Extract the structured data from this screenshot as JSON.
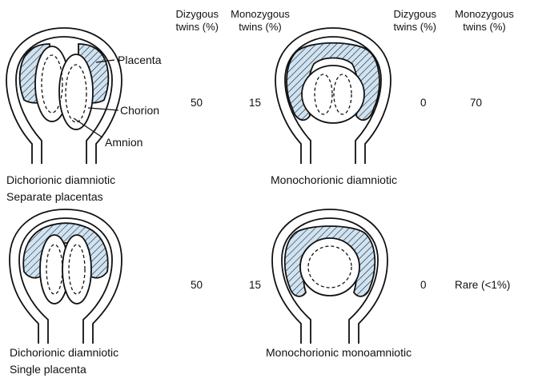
{
  "headers": [
    {
      "line1": "Dizygous",
      "line2": "twins (%)"
    },
    {
      "line1": "Monozygous",
      "line2": "twins (%)"
    },
    {
      "line1": "Dizygous",
      "line2": "twins (%)"
    },
    {
      "line1": "Monozygous",
      "line2": "twins (%)"
    }
  ],
  "labels": {
    "placenta": "Placenta",
    "chorion": "Chorion",
    "amnion": "Amnion"
  },
  "captions": {
    "top_left_line1": "Dichorionic diamniotic",
    "top_left_line2": "Separate placentas",
    "top_right": "Monochorionic diamniotic",
    "bottom_left_line1": "Dichorionic diamniotic",
    "bottom_left_line2": "Single placenta",
    "bottom_right": "Monochorionic monoamniotic"
  },
  "values": {
    "row1": [
      "50",
      "15",
      "0",
      "70"
    ],
    "row2": [
      "50",
      "15",
      "0",
      "Rare (<1%)"
    ]
  },
  "colors": {
    "placenta_fill": "#cfe3f2",
    "outline": "#111111"
  }
}
